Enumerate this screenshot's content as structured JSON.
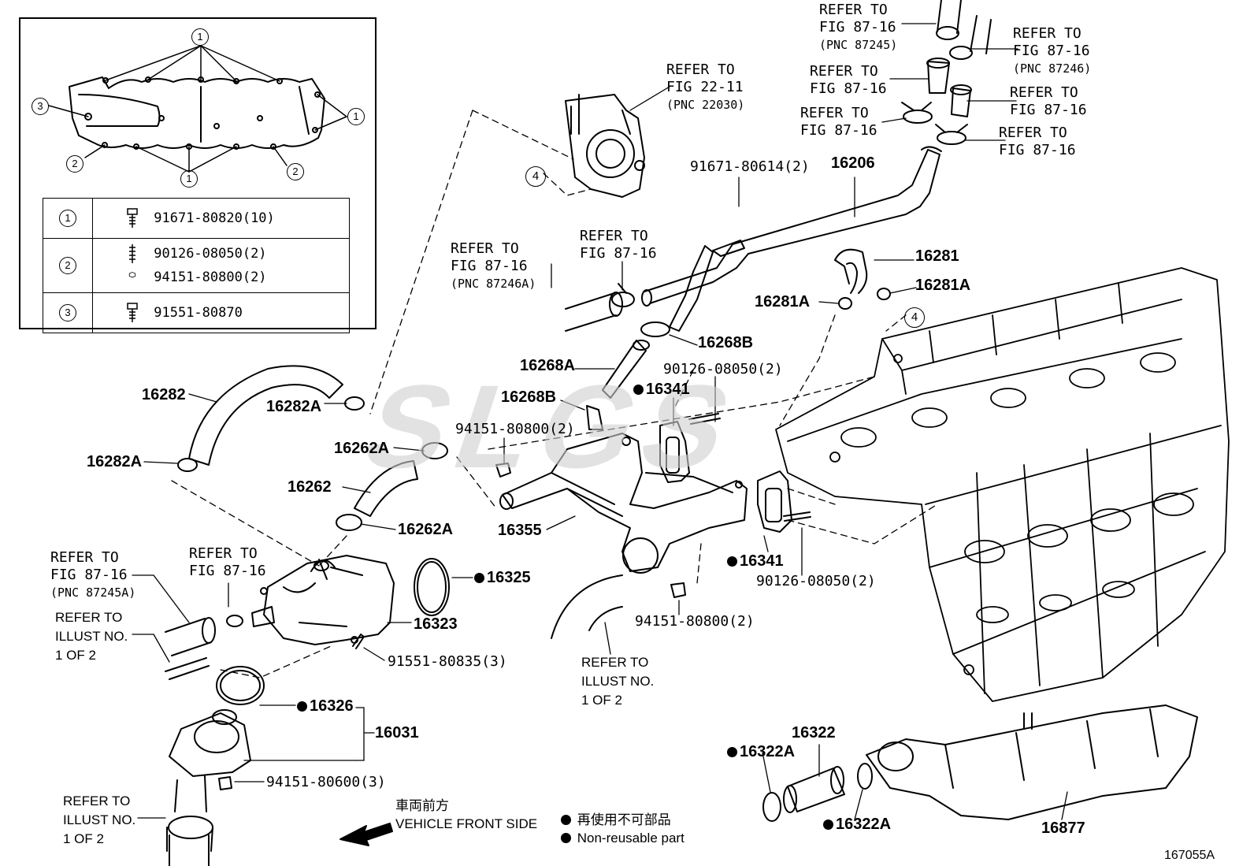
{
  "inset": {
    "legend": [
      {
        "key": "1",
        "parts": [
          "91671-80820(10)"
        ]
      },
      {
        "key": "2",
        "parts": [
          "90126-08050(2)",
          "94151-80800(2)"
        ]
      },
      {
        "key": "3",
        "parts": [
          "91551-80870"
        ]
      }
    ],
    "markers": [
      "1",
      "1",
      "1",
      "2",
      "2",
      "3"
    ]
  },
  "refs": {
    "r1": "REFER TO\nFIG 87-16",
    "r1_pnc": "(PNC 87245)",
    "r2": "REFER TO\nFIG 87-16",
    "r2_pnc": "(PNC 87246)",
    "r3": "REFER TO\nFIG 87-16",
    "r4": "REFER TO\nFIG 87-16",
    "r5": "REFER TO\nFIG 87-16",
    "r6": "REFER TO\nFIG 87-16",
    "r7": "REFER TO\nFIG 22-11",
    "r7_pnc": "(PNC 22030)",
    "r8": "REFER TO\nFIG 87-16",
    "r8_pnc": "(PNC 87246A)",
    "r9": "REFER TO\nFIG 87-16",
    "r10": "REFER TO\nFIG 87-16",
    "r10_pnc": "(PNC 87245A)",
    "r11": "REFER TO\nFIG 87-16",
    "illust1": "REFER TO\nILLUST NO.\n1 OF 2",
    "illust2": "REFER TO\nILLUST NO.\n1 OF 2",
    "illust3": "REFER TO\nILLUST NO.\n1 OF 2"
  },
  "parts": {
    "p16206": "16206",
    "p91671_80614": "91671-80614(2)",
    "p16281": "16281",
    "p16281A_a": "16281A",
    "p16281A_b": "16281A",
    "p16268B_a": "16268B",
    "p16268A": "16268A",
    "p16268B_b": "16268B",
    "p90126_a": "90126-08050(2)",
    "p16341_a": "16341",
    "p16282": "16282",
    "p16282A_a": "16282A",
    "p16282A_b": "16282A",
    "p16262A_a": "16262A",
    "p16262": "16262",
    "p16262A_b": "16262A",
    "p94151_a": "94151-80800(2)",
    "p16355": "16355",
    "p16341_b": "16341",
    "p90126_b": "90126-08050(2)",
    "p94151_b": "94151-80800(2)",
    "p16325": "16325",
    "p16323": "16323",
    "p91551": "91551-80835(3)",
    "p16326": "16326",
    "p16031": "16031",
    "p94151_c": "94151-80600(3)",
    "p16322": "16322",
    "p16322A_a": "16322A",
    "p16322A_b": "16322A",
    "p16877": "16877"
  },
  "circles": {
    "c4a": "4",
    "c4b": "4"
  },
  "footer": {
    "vehicle_jp": "車両前方",
    "vehicle_en": "VEHICLE FRONT SIDE",
    "nonreuse_jp": "再使用不可部品",
    "nonreuse_en": "Non-reusable part",
    "fig_id": "167055A"
  },
  "watermark": "SLGS"
}
